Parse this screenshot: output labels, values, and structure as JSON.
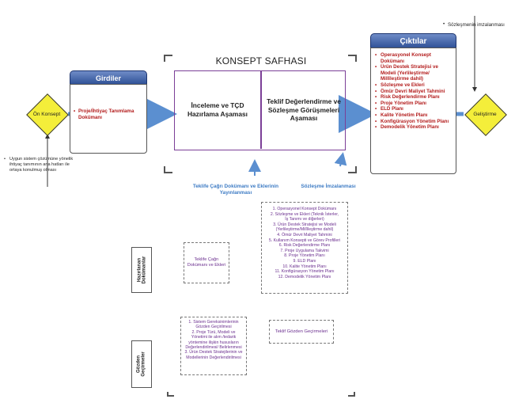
{
  "title": "KONSEPT SAFHASI",
  "decision_left": "Ön Konsept",
  "decision_right": "Geliştirme",
  "left_note": "Uygun sistem çözümüne yönelik ihtiyaç tanımının ana hatları ile ortaya konulmuş olması",
  "right_note": "Sözleşmenin imzalanması",
  "girdiler": {
    "title": "Girdiler",
    "items": [
      "Proje/İhtiyaç Tanımlama Dokümanı"
    ]
  },
  "phase_left": "İnceleme ve TÇD Hazırlama Aşaması",
  "phase_right": "Teklif Değerlendirme ve Sözleşme Görüşmeleri Aşaması",
  "milestone_left": "Teklife Çağrı Dokümanı ve Eklerinin Yayınlanması",
  "milestone_right": "Sözleşme İmzalanması",
  "ciktilar": {
    "title": "Çıktılar",
    "items": [
      "Operasyonel Konsept Dokümanı",
      "Ürün Destek Stratejisi ve Modeli (Yerlileştirme/ Millîleştirme dahil)",
      "Sözleşme ve Ekleri",
      "Ömür Devri Maliyet Tahmini",
      "Risk Değerlendirme Planı",
      "Proje Yönetim Planı",
      "ELD Planı",
      "Kalite Yönetim Planı",
      "Konfigürasyon Yönetim Planı",
      "Demodelik Yönetim Planı"
    ]
  },
  "hazirlanan": {
    "label": "Hazırlanan Dokümanlar",
    "left_box": "Teklife Çağrı Dokümanı ve Ekleri",
    "right_items": [
      "1. Operasyonel Konsept Dokümanı",
      "2. Sözleşme ve Ekleri (Teknik İsterler,",
      "İş Tanımı ve diğerleri)",
      "3. Ürün Destek Stratejisi ve Modeli",
      "(Yerlileştirme/Millîleştirme dahil)",
      "4. Ömür Devri Maliyet Tahmini",
      "5. Kullanım Konsepti ve Görev Profilleri",
      "6. Risk Değerlendirme Planı",
      "7. Proje Uygulama Takvimi",
      "8. Proje Yönetim Planı",
      "9. ELD Planı",
      "10. Kalite Yönetim Planı",
      "11. Konfigürasyon Yönetim Planı",
      "12. Demodelik Yönetim Planı"
    ]
  },
  "gozden": {
    "label": "Gözden Geçirmeler",
    "left_items": [
      "1. Sistem Gereksinimlerinin Gözden Geçirilmesi",
      "2. Proje Türü, Modeli ve Yönetimi ile alım /tedarik yöntemine ilişkin hususların Değerlendirilmesi/ Belirlenmesi",
      "3. Ürün Destek Stratejilerinin ve Modellerinin Değerlendirilmesi"
    ],
    "right_box": "Teklif Gözden Geçirmeleri"
  },
  "colors": {
    "header_blue": "#2d4f95",
    "arrow_blue": "#5b8fd0",
    "phase_border": "#7b3f97",
    "diamond": "#f4ee3a",
    "output_red": "#b31c1c"
  }
}
